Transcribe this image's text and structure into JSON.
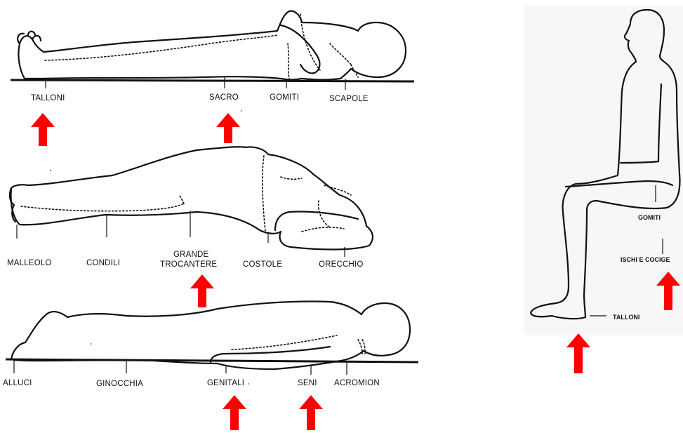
{
  "figure_1": {
    "labels": {
      "heels": "TALLONI",
      "sacrum": "SACRO",
      "elbows": "GOMITI",
      "scapulae": "SCAPOLE"
    }
  },
  "figure_2": {
    "labels": {
      "malleolus": "MALLEOLO",
      "condyles": "CONDILI",
      "trochanter_line1": "GRANDE",
      "trochanter_line2": "TROCANTERE",
      "ribs": "COSTOLE",
      "ear": "ORECCHIO"
    }
  },
  "figure_3": {
    "labels": {
      "toes": "ALLUCI",
      "knees": "GINOCCHIA",
      "genitals": "GENITALI",
      "breasts": "SENI",
      "acromion": "ACROMION"
    }
  },
  "figure_4": {
    "labels": {
      "elbows": "GOMITI",
      "ischia": "ISCHI E COCIGE",
      "heels": "TALLONI"
    }
  },
  "arrow_color": "#ff0000"
}
